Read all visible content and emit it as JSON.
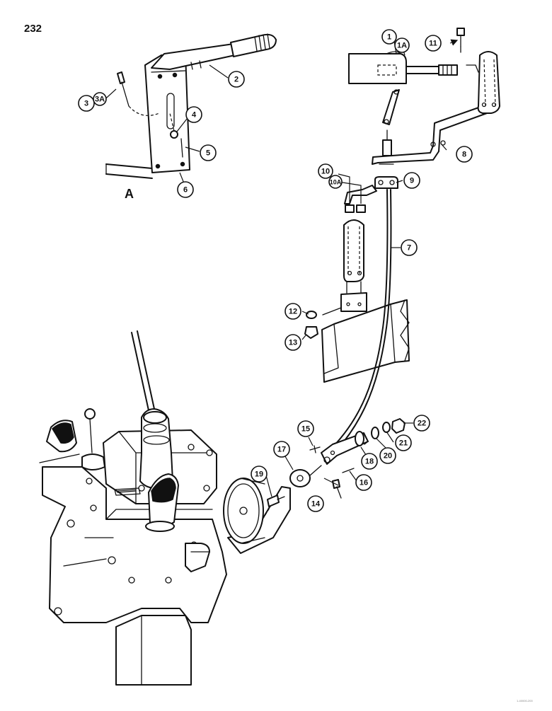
{
  "page": {
    "number": "232",
    "footer_mark": "1-40000-200"
  },
  "view_label": "A",
  "callouts": [
    "1",
    "1A",
    "2",
    "3",
    "3A",
    "4",
    "5",
    "6",
    "7",
    "8",
    "9",
    "10",
    "10A",
    "11",
    "12",
    "13",
    "14",
    "15",
    "16",
    "17",
    "18",
    "19",
    "20",
    "21",
    "22"
  ],
  "colors": {
    "ink": "#111111",
    "paper": "#ffffff"
  }
}
